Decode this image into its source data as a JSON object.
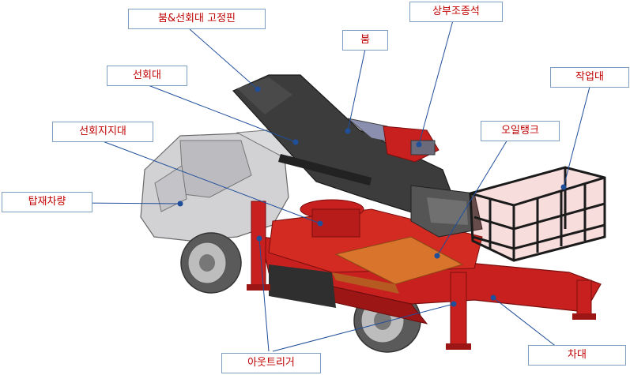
{
  "labels": {
    "boom_pin": "붐&선회대 고정핀",
    "upper_controls": "상부조종석",
    "boom": "붐",
    "turntable": "선회대",
    "platform": "작업대",
    "turntable_support": "선회지지대",
    "oil_tank": "오일탱크",
    "carrier_vehicle": "탑재차량",
    "outrigger": "아웃트리거",
    "chassis": "차대"
  },
  "colors": {
    "label_text": "#c00000",
    "label_border": "#7f9fc0",
    "leader_line": "#1f4e9a",
    "marker_dot": "#1f4e9a",
    "body_red": "#c8201e",
    "boom_dark": "#3c3c3c",
    "cab_grey": "#cfcfd2",
    "deck_orange": "#d8742c"
  }
}
